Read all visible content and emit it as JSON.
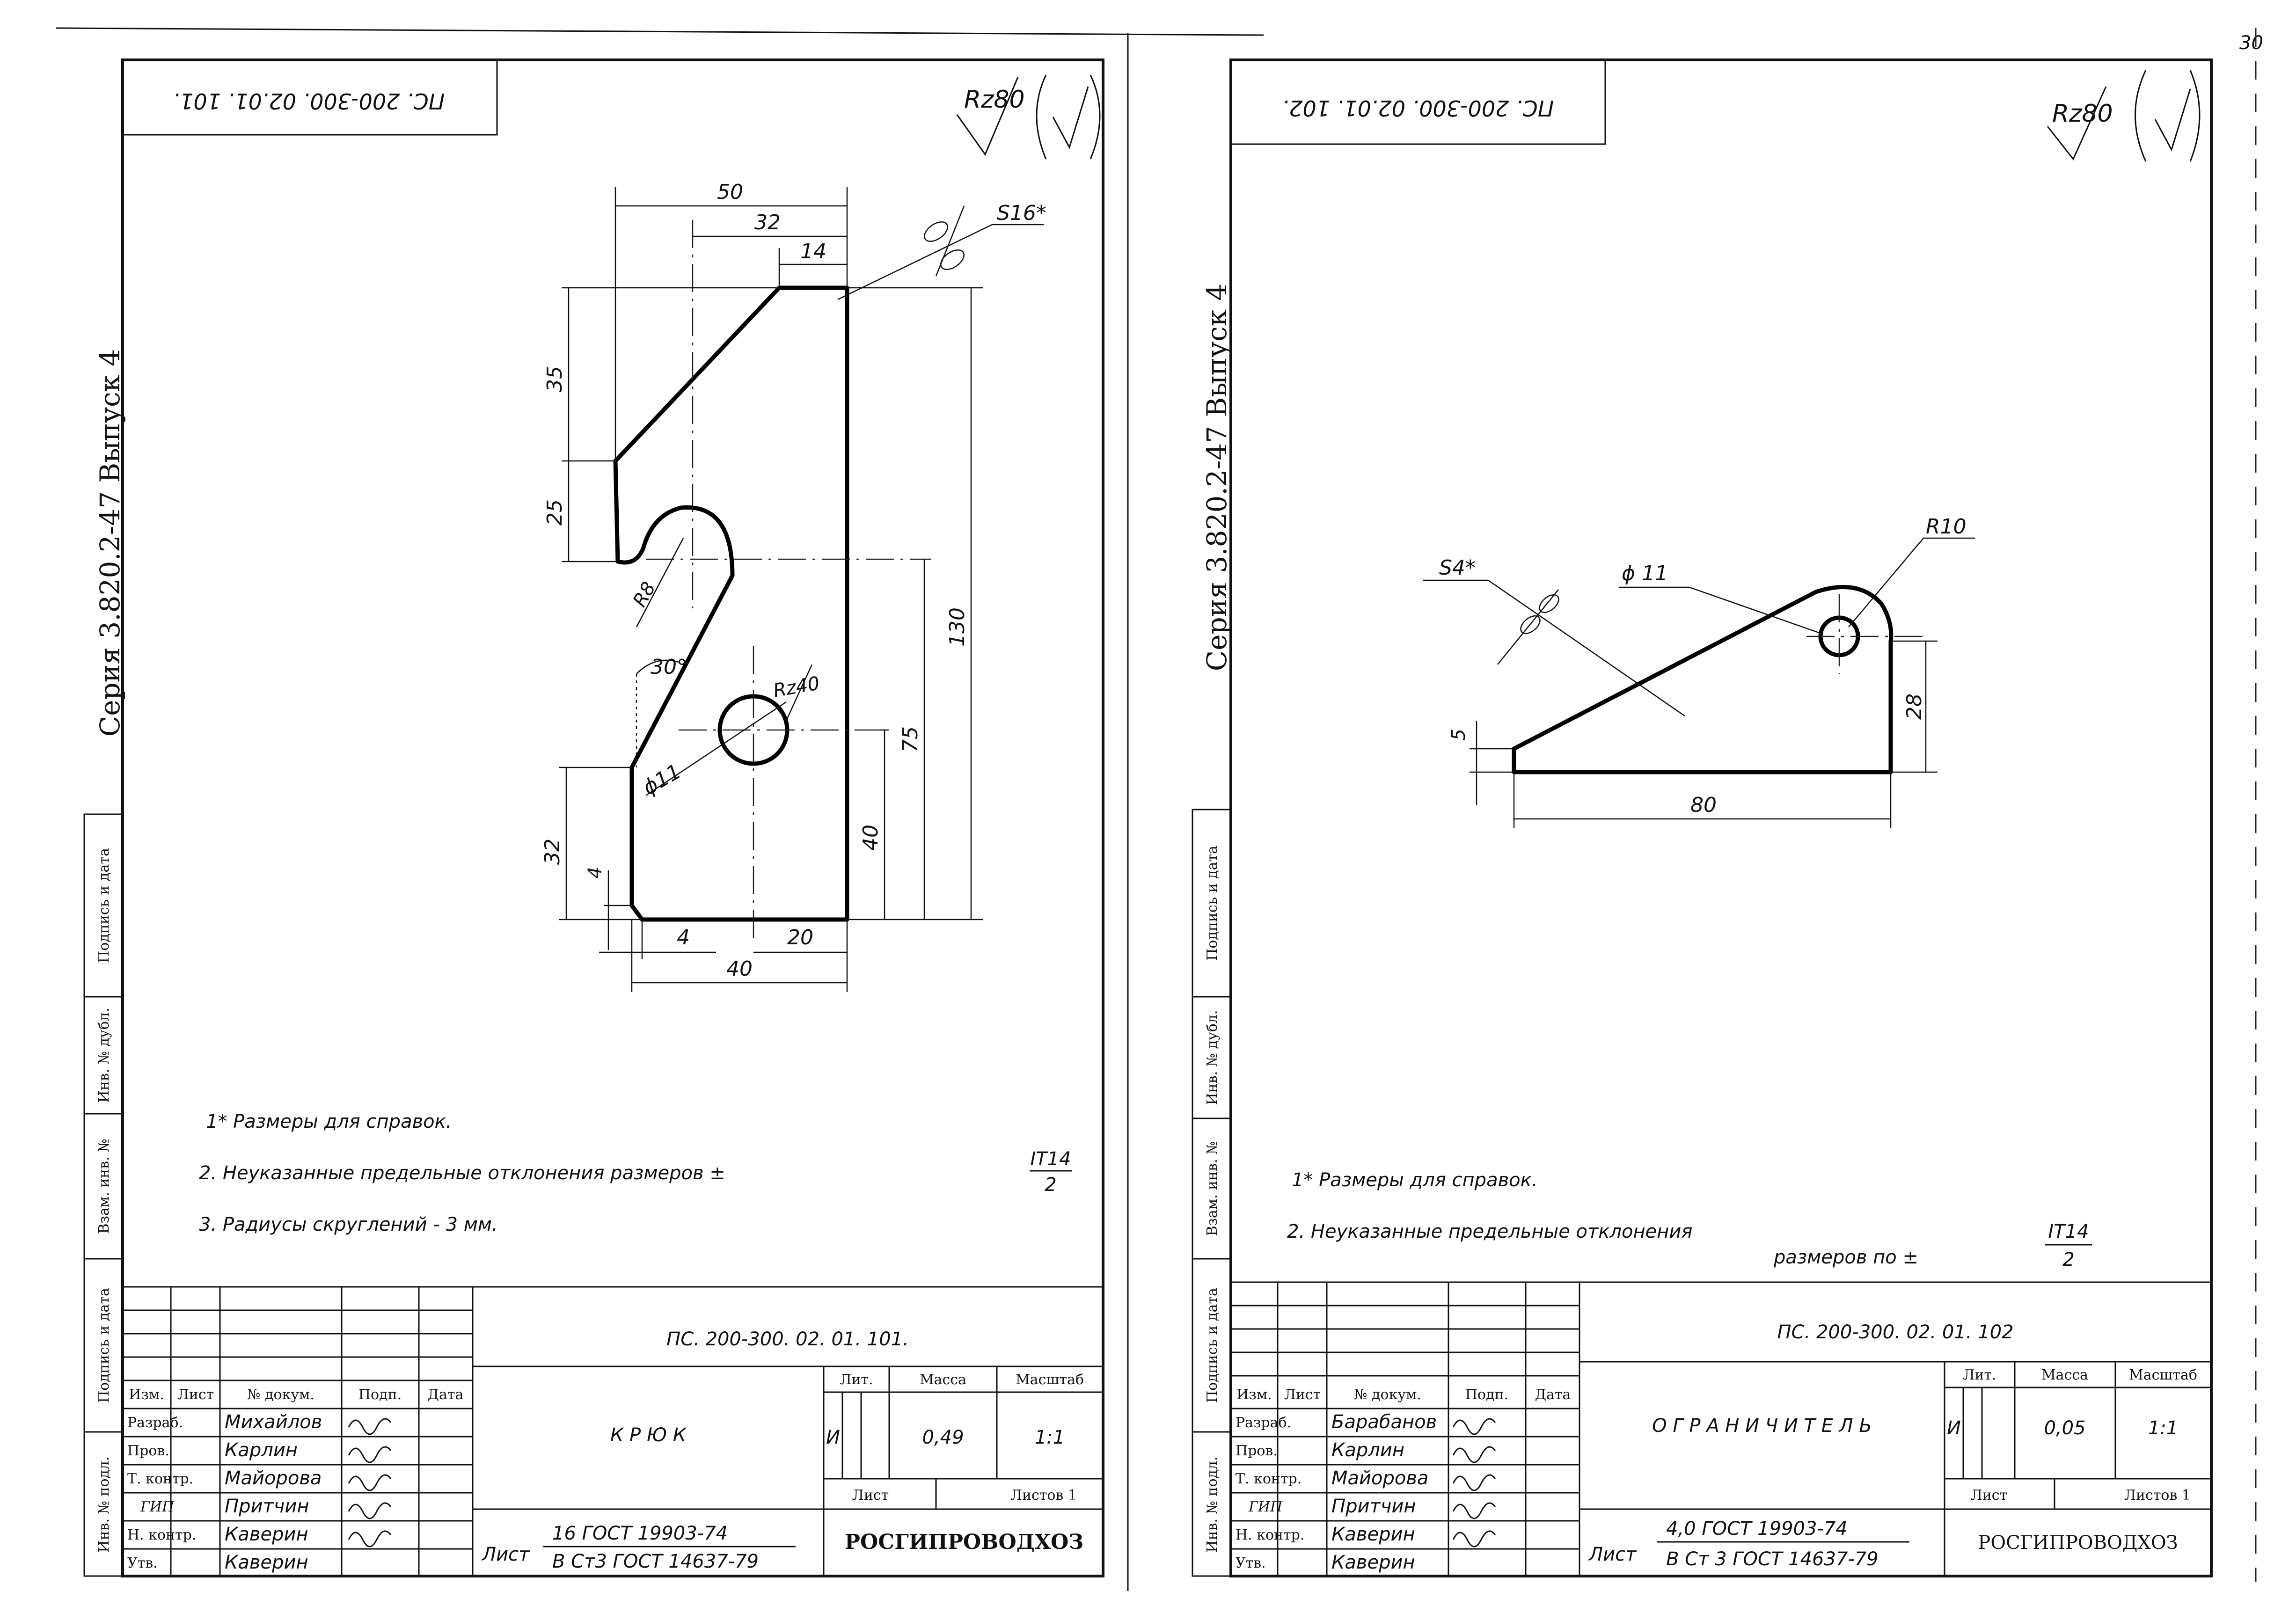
{
  "left": {
    "series_label": "Серия 3.820.2-47 Выпуск 4",
    "stamp_code": "ПС. 200-300. 02.01. 101.",
    "roughness": "Rz80",
    "dims": {
      "d50": "50",
      "d32t": "32",
      "d14": "14",
      "s16": "S16*",
      "d35": "35",
      "d25": "25",
      "r8": "R8",
      "a30": "30°",
      "rz40": "Rz40",
      "d11": "ϕ11",
      "d130": "130",
      "d75": "75",
      "d40v": "40",
      "d32l": "32",
      "d4v": "4",
      "d4h": "4",
      "d20": "20",
      "d40h": "40"
    },
    "notes": [
      "1* Размеры для справок.",
      "2. Неуказанные предельные отклонения размеров ±",
      "3. Радиусы скруглений - 3 мм."
    ],
    "tol_num": "IT14",
    "tol_den": "2",
    "title_block": {
      "code": "ПС. 200-300. 02. 01. 101.",
      "name": "К Р Ю К",
      "lit": "И",
      "mass": "0,49",
      "scale": "1:1",
      "sheet_lbl": "Лист",
      "sheets_lbl": "Листов 1",
      "material_lbl": "Лист",
      "material_1": "16 ГОСТ 19903-74",
      "material_2": "В Ст3 ГОСТ 14637-79",
      "org": "РОСГИПРОВОДХОЗ",
      "h_izm": "Изм.",
      "h_list": "Лист",
      "h_doc": "№ докум.",
      "h_sign": "Подп.",
      "h_date": "Дата",
      "h_lit": "Лит.",
      "h_mass": "Масса",
      "h_scale": "Масштаб",
      "roles": [
        "Разраб.",
        "Пров.",
        "Т. контр.",
        "ГИП",
        "Н. контр.",
        "Утв."
      ],
      "names": [
        "Михайлов",
        "Карлин",
        "Майорова",
        "Притчин",
        "Каверин",
        "Каверин"
      ]
    }
  },
  "right": {
    "series_label": "Серия 3.820.2-47 Выпуск 4",
    "stamp_code": "ПС. 200-300. 02.01. 102.",
    "roughness": "Rz80",
    "page_no": "30",
    "dims": {
      "r10": "R10",
      "s4": "S4*",
      "d11": "ϕ 11",
      "d5": "5",
      "d28": "28",
      "d80": "80"
    },
    "notes": [
      "1* Размеры для справок.",
      "2. Неуказанные предельные отклонения",
      "размеров по ±"
    ],
    "tol_num": "IT14",
    "tol_den": "2",
    "title_block": {
      "code": "ПС. 200-300. 02. 01. 102",
      "name": "О Г Р А Н И Ч И Т Е Л Ь",
      "lit": "И",
      "mass": "0,05",
      "scale": "1:1",
      "sheet_lbl": "Лист",
      "sheets_lbl": "Листов 1",
      "material_lbl": "Лист",
      "material_1": "4,0 ГОСТ 19903-74",
      "material_2": "В Ст 3 ГОСТ 14637-79",
      "org": "РОСГИПРОВОДХОЗ",
      "h_izm": "Изм.",
      "h_list": "Лист",
      "h_doc": "№ докум.",
      "h_sign": "Подп.",
      "h_date": "Дата",
      "h_lit": "Лит.",
      "h_mass": "Масса",
      "h_scale": "Масштаб",
      "roles": [
        "Разраб.",
        "Пров.",
        "Т. контр.",
        "ГИП",
        "Н. контр.",
        "Утв."
      ],
      "names": [
        "Барабанов",
        "Карлин",
        "Майорова",
        "Притчин",
        "Каверин",
        "Каверин"
      ]
    }
  },
  "side_labels": [
    "Подпись и дата",
    "Инв. № дубл.",
    "Взам. инв. №",
    "Подпись и дата",
    "Инв. № подл."
  ]
}
